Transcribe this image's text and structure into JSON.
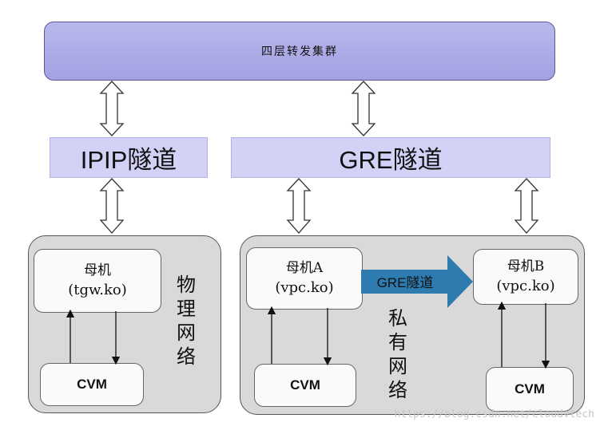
{
  "cluster": {
    "label": "四层转发集群"
  },
  "tunnels": {
    "ipip": "IPIP隧道",
    "gre": "GRE隧道"
  },
  "physical_network": {
    "host": {
      "title": "母机",
      "module": "(tgw.ko)"
    },
    "cvm": "CVM",
    "side_label": [
      "物",
      "理",
      "网",
      "络"
    ]
  },
  "private_network": {
    "host_a": {
      "title": "母机A",
      "module": "(vpc.ko)"
    },
    "host_b": {
      "title": "母机B",
      "module": "(vpc.ko)"
    },
    "gre_arrow_label": "GRE隧道",
    "cvm_a": "CVM",
    "cvm_b": "CVM",
    "side_label": [
      "私",
      "有",
      "网",
      "络"
    ]
  },
  "colors": {
    "cluster_fill": "#a9a7e6",
    "tunnel_fill": "#d3d1f6",
    "network_fill": "#d9d9d9",
    "gre_arrow": "#2e7bb0"
  },
  "watermark": "https://blog.csdn.net/cloudvtech"
}
